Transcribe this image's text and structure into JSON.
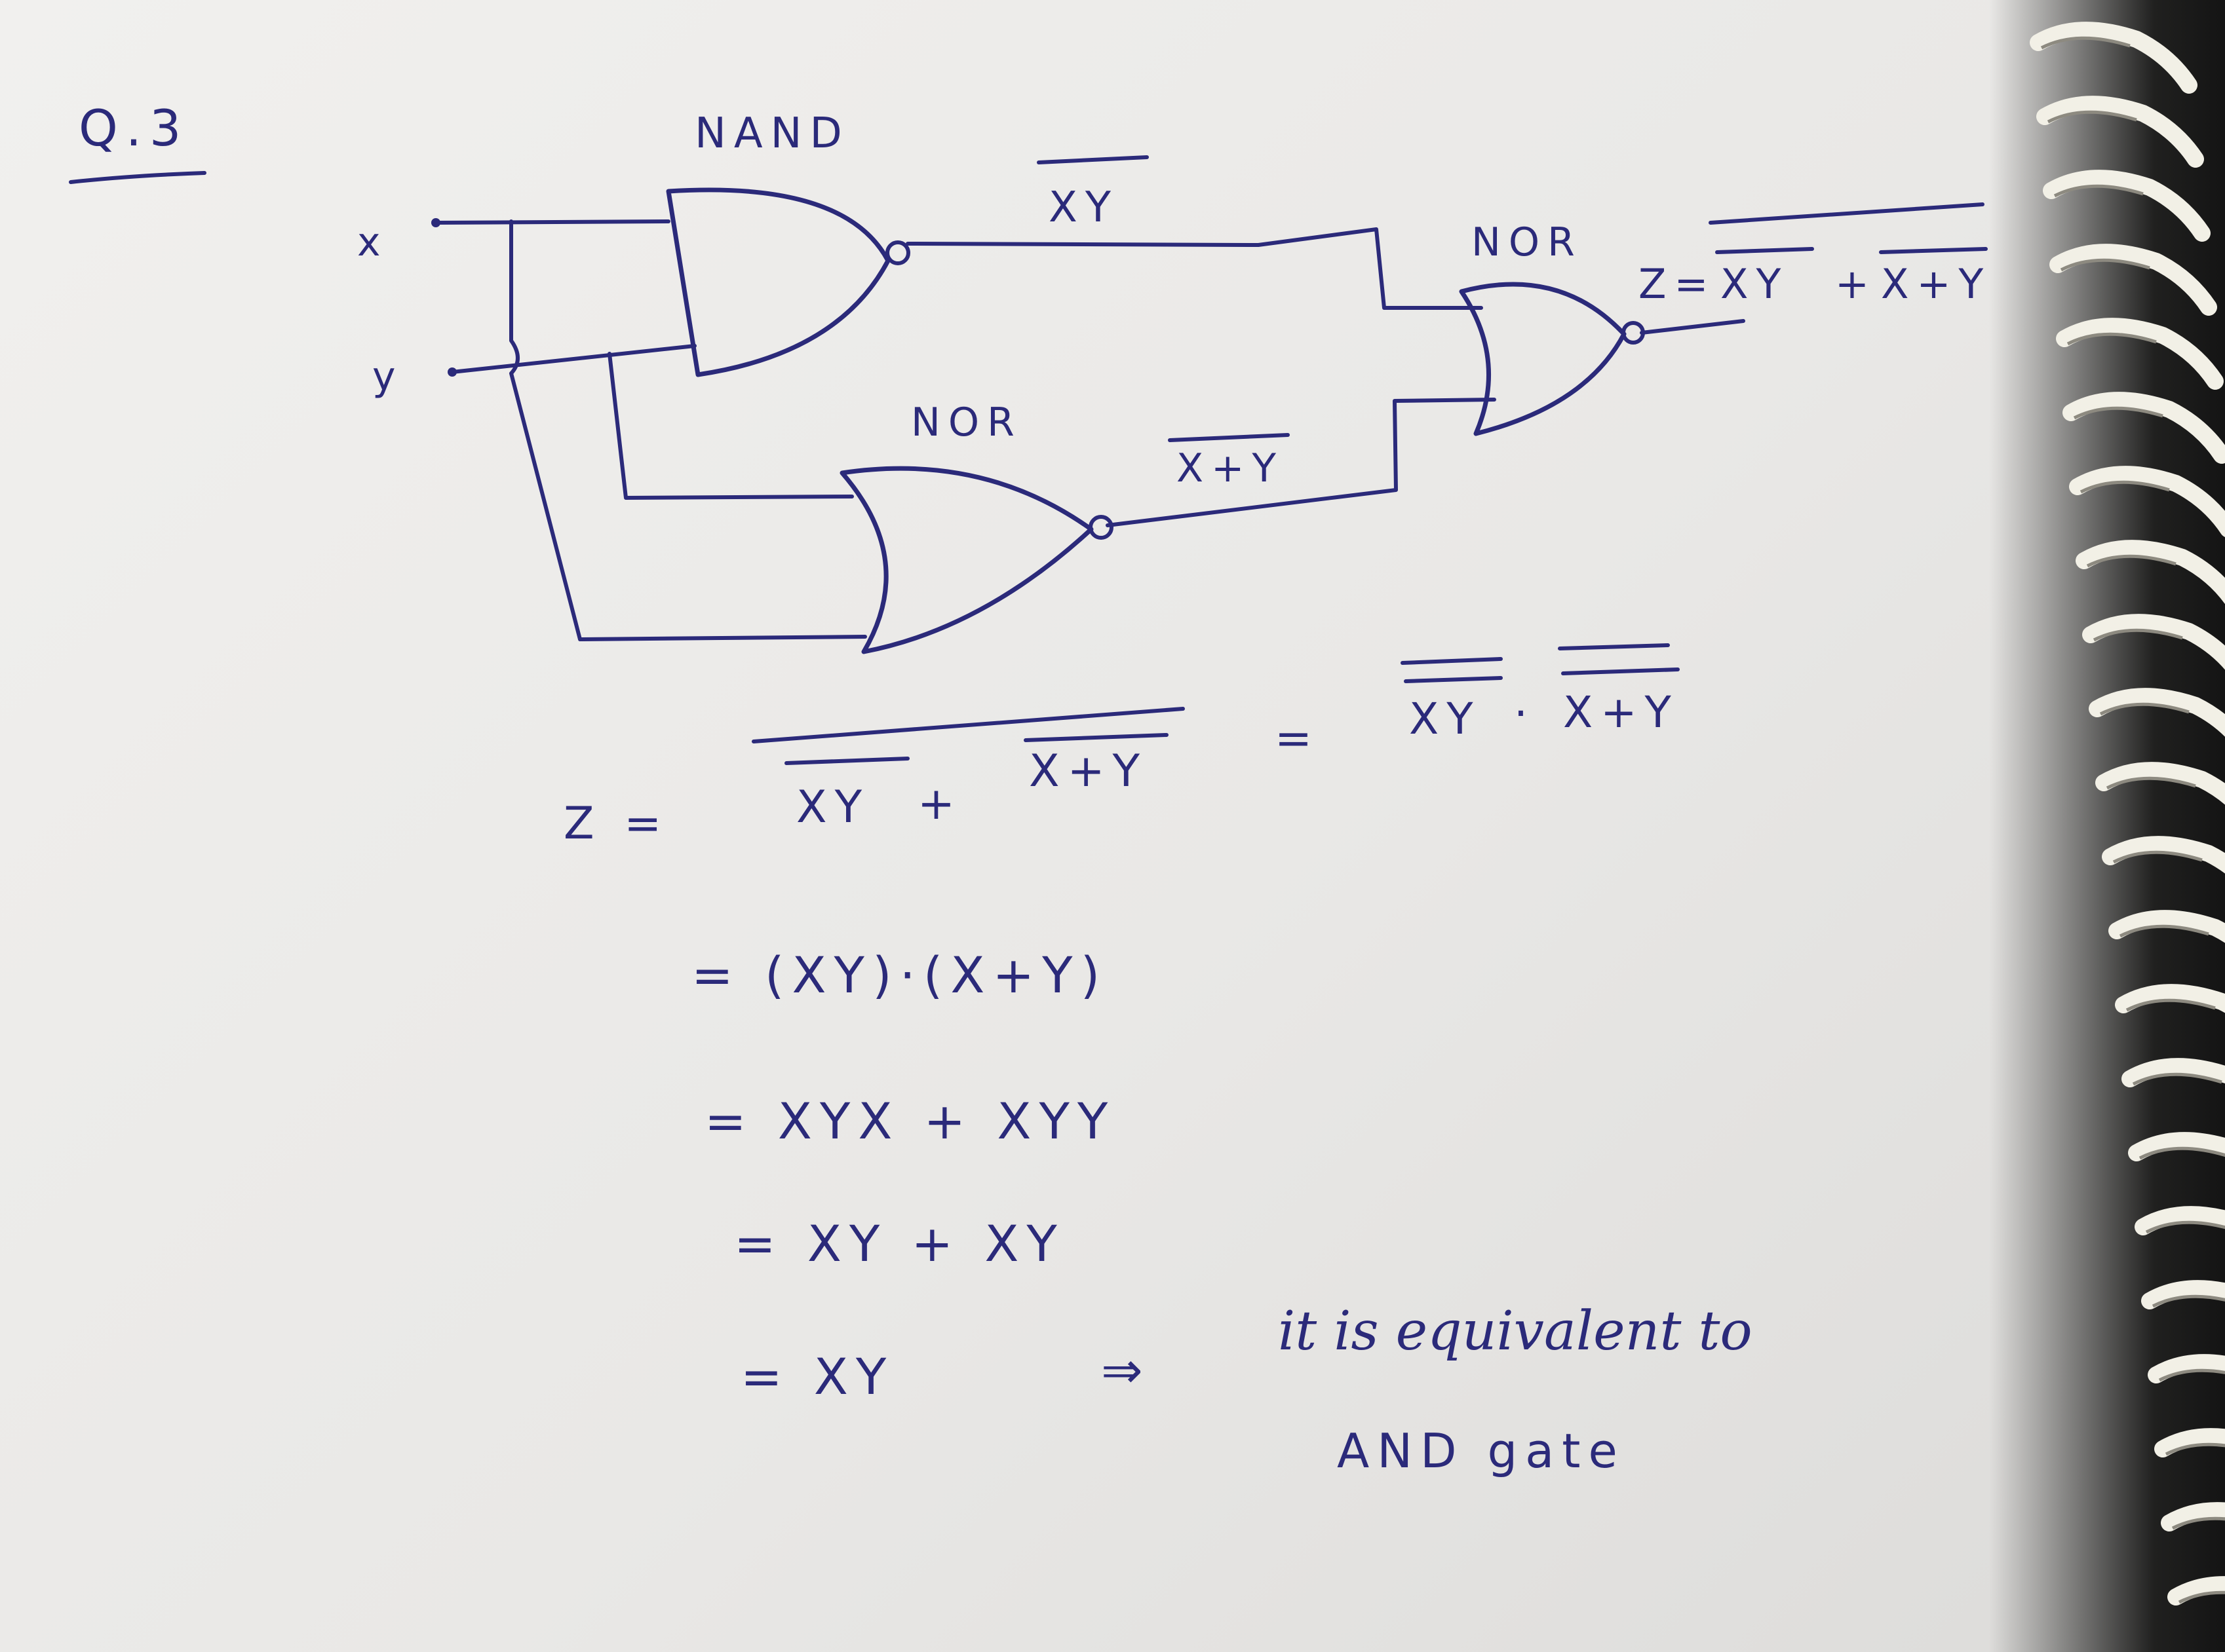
{
  "question_label": "Q.3",
  "gates": {
    "nand_top": "NAND",
    "nor_bottom": "NOR",
    "nor_right": "NOR"
  },
  "inputs": {
    "x": "x",
    "y": "y"
  },
  "wire_labels": {
    "nand_out": "XY",
    "nor_out": "X+Y",
    "z_output_prefix": "Z=",
    "z_output_term1": "XY",
    "z_output_plus": "+",
    "z_output_term2": "X+Y"
  },
  "derivation": {
    "line1_lhs": "Z =",
    "line1_term1": "XY",
    "line1_plus": "+",
    "line1_term2": "X+Y",
    "line1_eq": "=",
    "line1_rhs1": "XY",
    "line1_dot": "·",
    "line1_rhs2": "X+Y",
    "line2": "= (XY)·(X+Y)",
    "line3": "= XYX + XYY",
    "line4": "= XY + XY",
    "line5": "= XY",
    "arrow": "⇒",
    "conclusion_1": "it is equivalent to",
    "conclusion_2": "AND gate"
  },
  "colors": {
    "ink": "#2b2a7a",
    "paper": "#efeeec",
    "spiral": "#f2f0e6"
  }
}
